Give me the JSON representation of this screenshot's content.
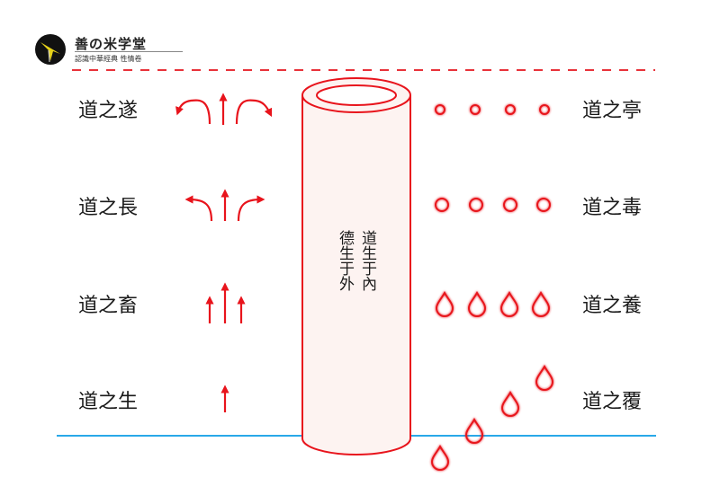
{
  "logo": {
    "title": "善の米学堂",
    "subtitle": "認識中華經典 性情卷"
  },
  "colors": {
    "accent_red": "#e8141c",
    "ground_blue": "#29a8e8",
    "dashed_line": "#e8323a",
    "cylinder_fill": "#fdf3f1",
    "text": "#1a1a1a"
  },
  "diagram": {
    "left_labels": [
      {
        "text": "道之遂",
        "icon": "three-way-curved-arrows"
      },
      {
        "text": "道之長",
        "icon": "three-way-branching-arrows"
      },
      {
        "text": "道之畜",
        "icon": "three-up-arrows"
      },
      {
        "text": "道之生",
        "icon": "single-up-arrow"
      }
    ],
    "right_labels": [
      {
        "text": "道之亭",
        "icon": "small-circles",
        "count": 4
      },
      {
        "text": "道之毒",
        "icon": "large-circles",
        "count": 4
      },
      {
        "text": "道之養",
        "icon": "drops",
        "count": 4
      },
      {
        "text": "道之覆",
        "icon": "diagonal-drops",
        "count": 4
      }
    ],
    "pillar": {
      "column_right": "道生于內",
      "column_left": "德生于外"
    }
  }
}
